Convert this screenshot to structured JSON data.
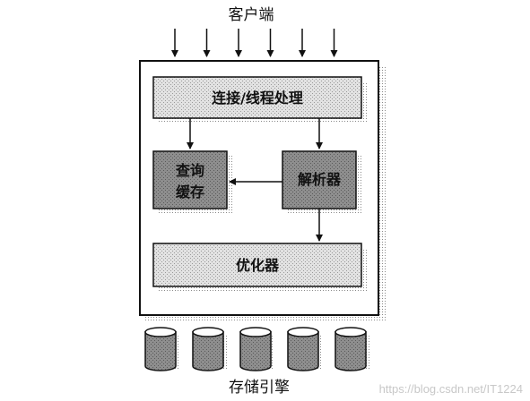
{
  "diagram": {
    "client_label": "客户端",
    "connection_label": "连接/线程处理",
    "query_cache_line1": "查询",
    "query_cache_line2": "缓存",
    "parser_label": "解析器",
    "optimizer_label": "优化器",
    "storage_label": "存储引擎",
    "client_arrow_count": 6,
    "storage_engine_count": 5
  },
  "watermark": "https://blog.csdn.net/IT1224"
}
